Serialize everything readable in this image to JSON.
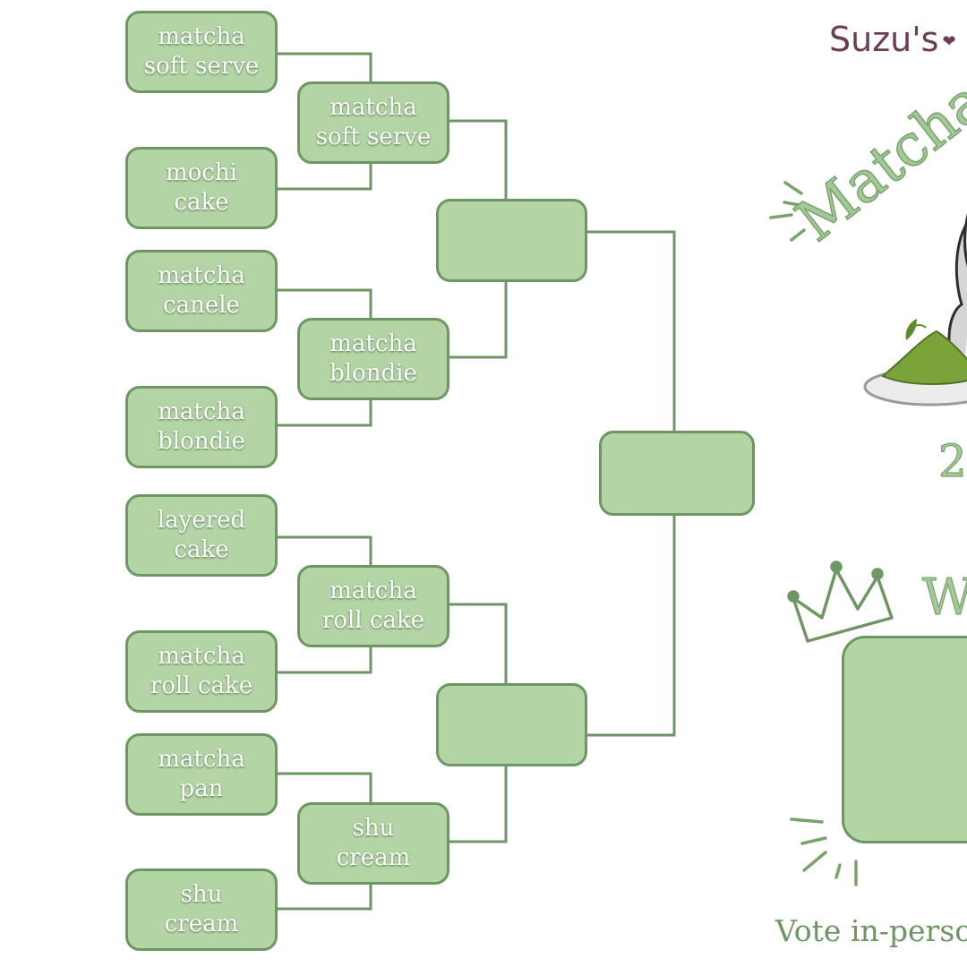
{
  "header": {
    "brand": "Suzu's",
    "heart": "❤"
  },
  "title": {
    "text": "Matcha"
  },
  "year": {
    "text": "2"
  },
  "winner": {
    "label": "W"
  },
  "footer": {
    "vote": "Vote in-perso"
  },
  "colors": {
    "box_fill": "#b3d4a5",
    "box_border": "#6e9664",
    "brand": "#6b3d55"
  },
  "bracket": {
    "round1": [
      {
        "line1": "matcha",
        "line2": "soft serve"
      },
      {
        "line1": "mochi",
        "line2": "cake"
      },
      {
        "line1": "matcha",
        "line2": "canele"
      },
      {
        "line1": "matcha",
        "line2": "blondie"
      },
      {
        "line1": "layered",
        "line2": "cake"
      },
      {
        "line1": "matcha",
        "line2": "roll cake"
      },
      {
        "line1": "matcha",
        "line2": "pan"
      },
      {
        "line1": "shu",
        "line2": "cream"
      }
    ],
    "round2": [
      {
        "line1": "matcha",
        "line2": "soft serve"
      },
      {
        "line1": "matcha",
        "line2": "blondie"
      },
      {
        "line1": "matcha",
        "line2": "roll cake"
      },
      {
        "line1": "shu",
        "line2": "cream"
      }
    ]
  }
}
